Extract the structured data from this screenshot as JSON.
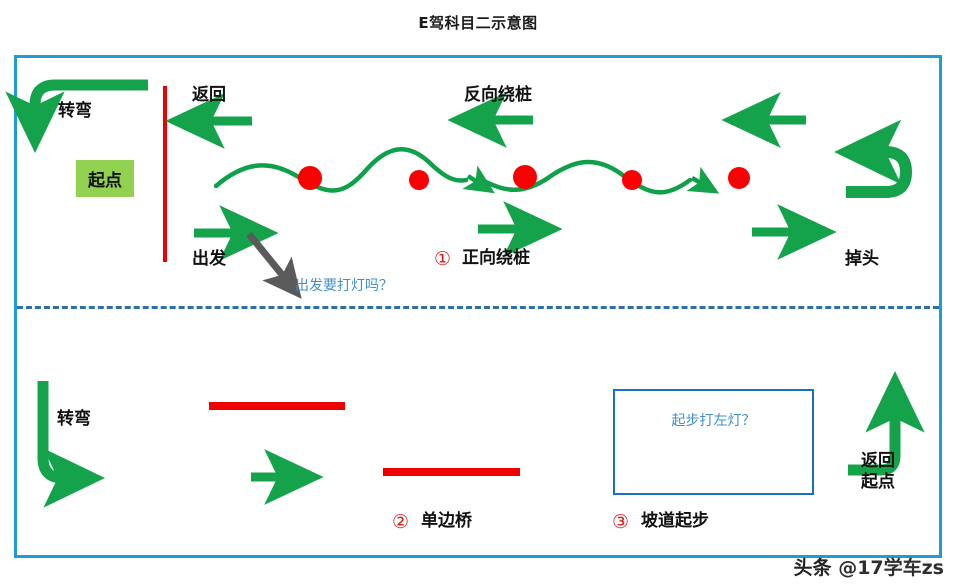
{
  "title": "E驾科目二示意图",
  "colors": {
    "frame_border": "#1e9cd7",
    "divider": "#2f6fa8",
    "arrow_green": "#14a34a",
    "pole_red": "#fb0000",
    "line_red": "#ef0000",
    "note_blue": "#3f8fd0",
    "step_red": "#e0191a",
    "start_chip_bg": "#92d050",
    "hillbox_border": "#1a6fc4",
    "gray_arrow": "#5a5a5a"
  },
  "top_lane": {
    "turn_label": "转弯",
    "start_chip": "起点",
    "return_label": "返回",
    "depart_label": "出发",
    "reverse_weave_label": "反向绕桩",
    "uturn_label": "掉头",
    "note_depart_signal": "出发要打灯吗？",
    "step": {
      "number": "①",
      "label": "正向绕桩"
    },
    "poles_count": 5
  },
  "bottom_lane": {
    "turn_label": "转弯",
    "return_start_label_line1": "返回",
    "return_start_label_line2": "起点",
    "step_bridge": {
      "number": "②",
      "label": "单边桥"
    },
    "step_hill": {
      "number": "③",
      "label": "坡道起步"
    },
    "hillbox_note": "起步打左灯？"
  },
  "watermark": {
    "source": "头条",
    "handle": "@17学车zs"
  },
  "icons": {
    "arrow_right": "arrow-right-icon",
    "arrow_left": "arrow-left-icon",
    "turn_down_left": "turn-down-left-arrow-icon",
    "turn_down_right": "turn-down-right-arrow-icon",
    "turn_up_right": "turn-up-right-arrow-icon",
    "uturn": "u-turn-arrow-icon",
    "weave_curve": "weave-curve-icon",
    "pole": "pole-marker-icon",
    "gray_pointer": "gray-pointer-arrow-icon",
    "hill_stripes": "hill-stripes-icon",
    "bridge_bar": "bridge-bar-icon",
    "stop_line": "stop-line-icon"
  }
}
